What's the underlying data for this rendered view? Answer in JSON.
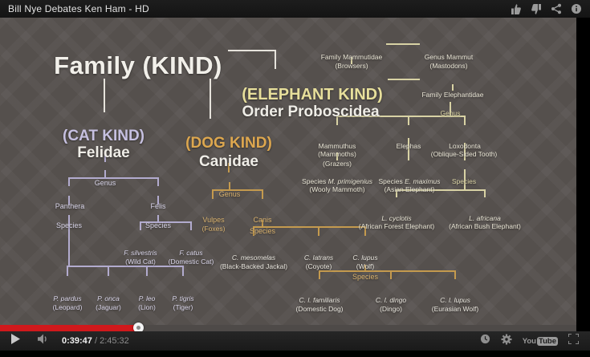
{
  "window": {
    "title": "Bill Nye Debates Ken Ham - HD",
    "buttons": [
      "thumbs-up",
      "thumbs-down",
      "share",
      "info"
    ]
  },
  "diagram": {
    "root": "Family (KIND)",
    "labels": {
      "genus": "Genus",
      "species": "Species"
    },
    "cat": {
      "kind": "(CAT KIND)",
      "family": "Felidae",
      "genus_panthera": "Panthera",
      "genus_felis": "Felis",
      "felis_species": [
        {
          "name": "F. silvestris",
          "common": "(Wild Cat)"
        },
        {
          "name": "F. catus",
          "common": "(Domestic Cat)"
        }
      ],
      "panthera_species": [
        {
          "name": "P. pardus",
          "common": "(Leopard)"
        },
        {
          "name": "P. onca",
          "common": "(Jaguar)"
        },
        {
          "name": "P. leo",
          "common": "(Lion)"
        },
        {
          "name": "P. tigris",
          "common": "(Tiger)"
        }
      ]
    },
    "dog": {
      "kind": "(DOG KIND)",
      "family": "Canidae",
      "genus_vulpes": "Vulpes",
      "vulpes_common": "(Foxes)",
      "genus_canis": "Canis",
      "canis_species": [
        {
          "name": "C. mesomelas",
          "common": "(Black-Backed Jackal)"
        },
        {
          "name": "C. latrans",
          "common": "(Coyote)"
        },
        {
          "name": "C. lupus",
          "common": "(Wolf)"
        }
      ],
      "lupus_subspecies": [
        {
          "name": "C. l. familiaris",
          "common": "(Domestic Dog)"
        },
        {
          "name": "C. l. dingo",
          "common": "(Dingo)"
        },
        {
          "name": "C. l. lupus",
          "common": "(Eurasian Wolf)"
        }
      ]
    },
    "elephant": {
      "kind": "(ELEPHANT KIND)",
      "order": "Order Proboscidea",
      "mammutidae": {
        "name": "Family Mammutidae",
        "common": "(Browsers)"
      },
      "mammut": {
        "name": "Genus Mammut",
        "common": "(Mastodons)"
      },
      "elephantidae": "Family Elephantidae",
      "genera": [
        {
          "name": "Mammuthus",
          "common": "(Mammoths)",
          "common2": "(Grazers)"
        },
        {
          "name": "Elephas"
        },
        {
          "name": "Loxodonta",
          "common": "(Oblique-Sided Tooth)"
        }
      ],
      "mammuthus_species": {
        "prefix": "Species",
        "name": "M. primigenius",
        "common": "(Wooly Mammoth)"
      },
      "elephas_species": {
        "prefix": "Species",
        "name": "E. maximus",
        "common": "(Asian Elephant)"
      },
      "loxodonta_species": [
        {
          "name": "L. cyclotis",
          "common": "(African Forest Elephant)"
        },
        {
          "name": "L. africana",
          "common": "(African Bush Elephant)"
        }
      ]
    }
  },
  "player": {
    "current_time": "0:39:47",
    "separator": " / ",
    "duration": "2:45:32",
    "progress_fraction": 0.24,
    "logo_you": "You",
    "logo_tube": "Tube",
    "controls": [
      "play",
      "volume",
      "watch-later",
      "settings",
      "youtube-logo",
      "fullscreen"
    ]
  },
  "colors": {
    "progress_red": "#d0191c",
    "cat_accent": "#b2abce",
    "dog_accent": "#c49a4e",
    "elephant_accent": "#d8d2a4",
    "slide_background": "#55504d"
  }
}
